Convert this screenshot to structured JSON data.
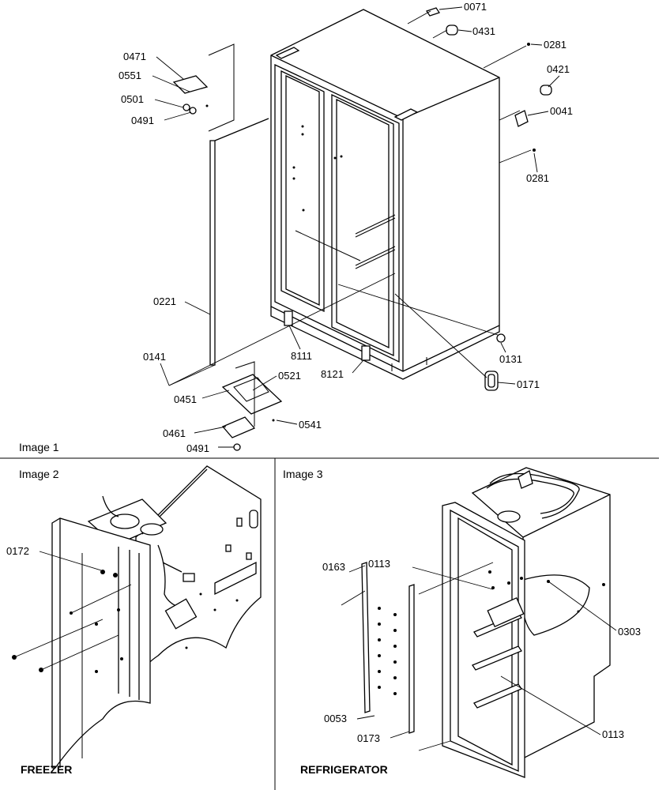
{
  "image1": {
    "caption": "Image 1",
    "callouts": [
      "0071",
      "0431",
      "0281",
      "0421",
      "0041",
      "0281",
      "0471",
      "0551",
      "0501",
      "0491",
      "0221",
      "0141",
      "8111",
      "8121",
      "0131",
      "0171",
      "0451",
      "0521",
      "0541",
      "0461",
      "0491"
    ]
  },
  "image2": {
    "caption": "Image 2",
    "title": "FREEZER",
    "callouts": [
      "0172"
    ]
  },
  "image3": {
    "caption": "Image 3",
    "title": "REFRIGERATOR",
    "callouts": [
      "0163",
      "0113",
      "0303",
      "0053",
      "0173",
      "0113"
    ]
  }
}
